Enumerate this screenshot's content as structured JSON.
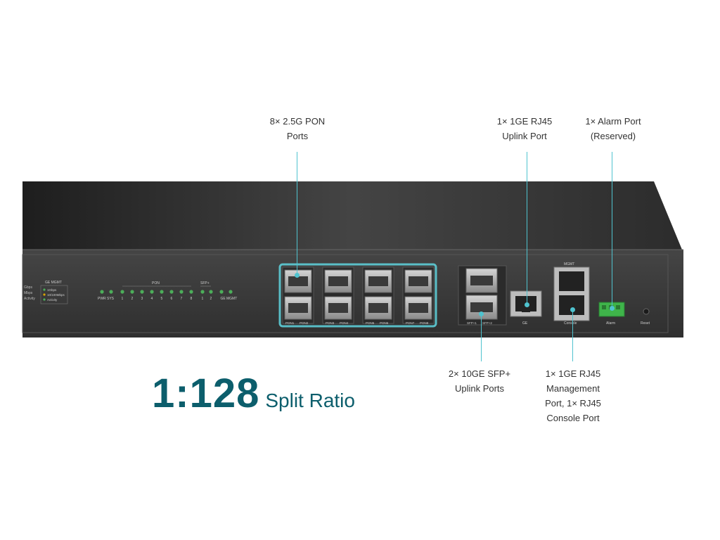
{
  "callouts": {
    "pon": {
      "line1": "8× 2.5G PON",
      "line2": "Ports"
    },
    "rj45_uplink": {
      "line1": "1× 1GE RJ45",
      "line2": "Uplink Port"
    },
    "alarm": {
      "line1": "1× Alarm Port",
      "line2": "(Reserved)"
    },
    "sfp_uplink": {
      "line1": "2× 10GE SFP+",
      "line2": "Uplink Ports"
    },
    "mgmt": {
      "line1": "1× 1GE RJ45",
      "line2": "Management",
      "line3": "Port, 1× RJ45",
      "line4": "Console Port"
    }
  },
  "headline": {
    "ratio": "1:128",
    "label": "Split Ratio"
  },
  "panel_labels": {
    "ge_mgmt_group": "GE MGMT",
    "legend": [
      "1Gbps",
      "10/100Mbps",
      "Activity"
    ],
    "pon_group": "PON",
    "sfp_group": "SFP+",
    "led_labels": [
      "PWR",
      "SYS",
      "1",
      "2",
      "3",
      "4",
      "5",
      "6",
      "7",
      "8",
      "1",
      "2",
      "GE",
      "MGMT"
    ],
    "pon_port_labels": [
      "PON1",
      "PON2",
      "PON3",
      "PON4",
      "PON5",
      "PON6",
      "PON7",
      "PON8"
    ],
    "sfp_port_labels": [
      "SFP+1",
      "SFP+2"
    ],
    "ge_label": "GE",
    "mgmt_label": "MGMT",
    "console_label": "Console",
    "alarm_label": "Alarm",
    "reset_label": "Reset",
    "left_cut": [
      "Gbps",
      "Mbps",
      "Activity"
    ]
  },
  "colors": {
    "accent_line": "#4fc3cf",
    "headline": "#0c5e6c",
    "chassis_top": "#2a2a2a",
    "chassis_face": "#3a3a3a",
    "led_green": "#4cae5a",
    "alarm_terminal": "#3fb44a"
  }
}
